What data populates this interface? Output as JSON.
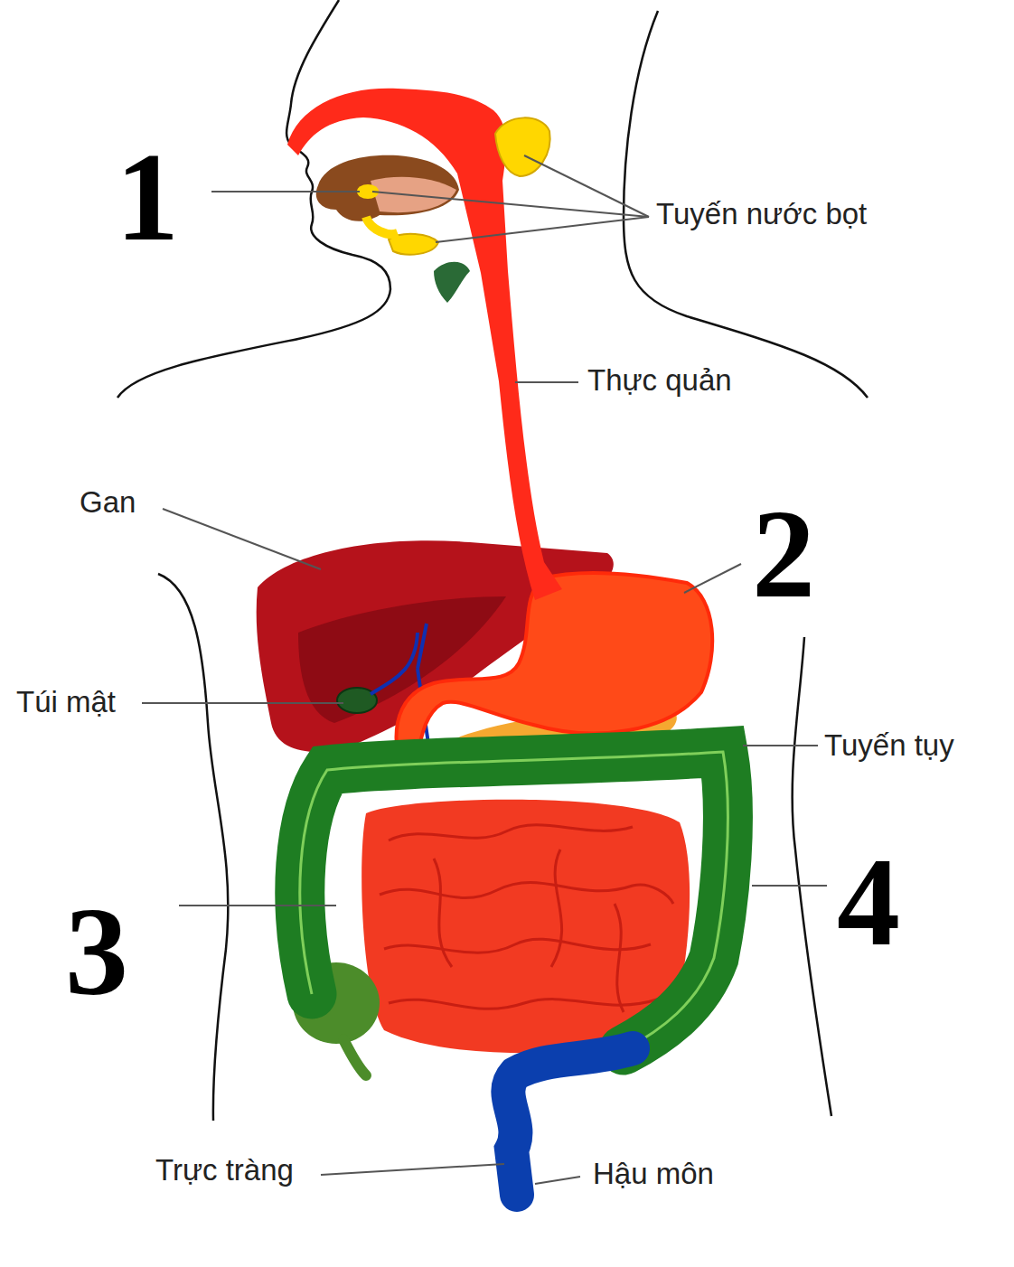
{
  "diagram": {
    "labels": [
      "1",
      "Tuyến nước bọt",
      "Thực quản",
      "Gan",
      "2",
      "Túi mật",
      "Tuyến tụy",
      "3",
      "4",
      "Trực tràng",
      "Hậu môn"
    ]
  }
}
